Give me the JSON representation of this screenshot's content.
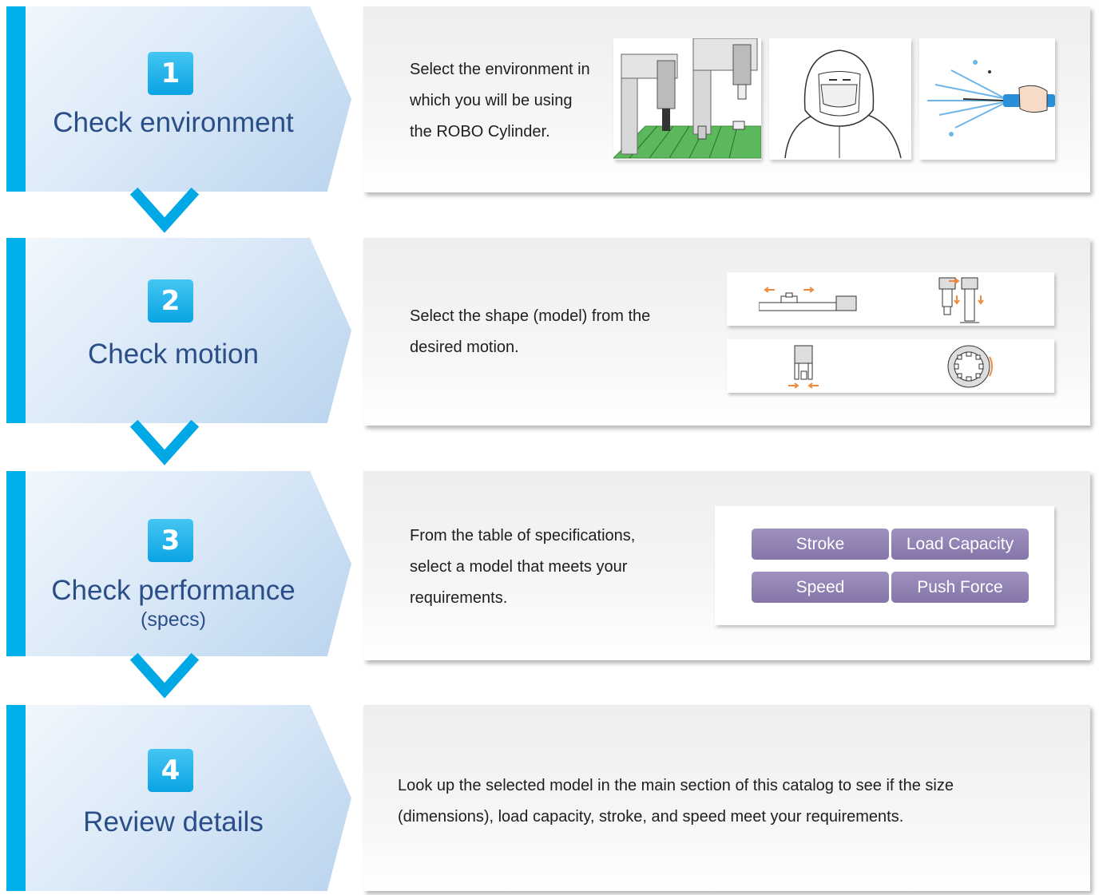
{
  "steps": [
    {
      "number": "1",
      "title": "Check environment",
      "subtitle": ""
    },
    {
      "number": "2",
      "title": "Check motion",
      "subtitle": ""
    },
    {
      "number": "3",
      "title": "Check performance",
      "subtitle": "(specs)"
    },
    {
      "number": "4",
      "title": "Review details",
      "subtitle": ""
    }
  ],
  "panels": [
    {
      "lines": [
        "Select the environment in",
        "which you will be using",
        "the ROBO Cylinder."
      ]
    },
    {
      "lines": [
        "Select the shape (model) from the",
        "desired motion."
      ]
    },
    {
      "lines": [
        "From the table of specifications,",
        "select a model that meets your",
        "requirements."
      ]
    },
    {
      "lines": [
        "Look up the selected model in the main section of this catalog to see if the size",
        "(dimensions), load capacity, stroke, and speed meet your requirements."
      ]
    }
  ],
  "spec_buttons": [
    "Stroke",
    "Load Capacity",
    "Speed",
    "Push Force"
  ],
  "colors": {
    "accent": "#00b0ea",
    "title_text": "#2b4e88",
    "spec_button": "#9586b8",
    "motion_arrow": "#f08a3c"
  },
  "icons": [
    "factory-conveyor-illustration",
    "cleanroom-worker-illustration",
    "water-spray-illustration",
    "slider-motion-icon",
    "rod-motion-icon",
    "gripper-motion-icon",
    "rotary-motion-icon",
    "down-arrow-icon"
  ]
}
